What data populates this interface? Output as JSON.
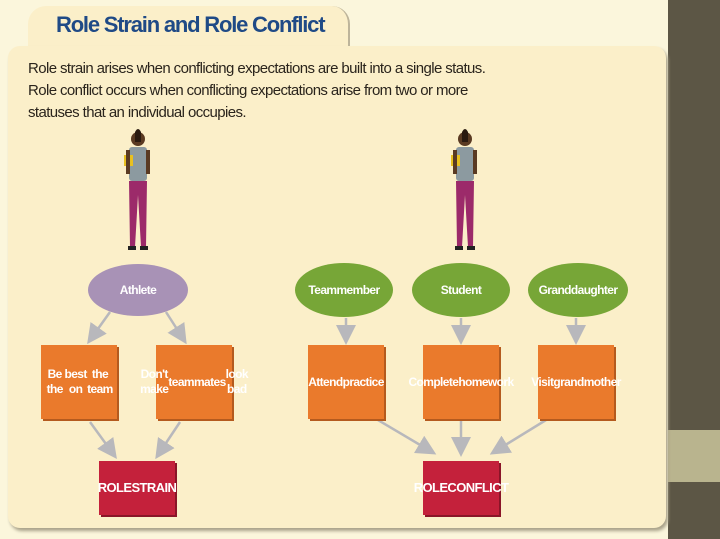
{
  "title": "Role Strain and Role Conflict",
  "description": [
    "Role strain arises when conflicting expectations are built into a single status.",
    "Role conflict occurs when conflicting expectations arise from two or more",
    "statuses that an individual occupies."
  ],
  "strain": {
    "status": "Athlete",
    "expectations": [
      [
        "Be the",
        "best on",
        "the team"
      ],
      [
        "Don't make",
        "teammates",
        "look bad"
      ]
    ],
    "result": [
      "ROLE",
      "STRAIN"
    ]
  },
  "conflict": {
    "statuses": [
      [
        "Team",
        "member"
      ],
      [
        "Student"
      ],
      [
        "Granddaughter"
      ]
    ],
    "expectations": [
      [
        "Attend",
        "practice"
      ],
      [
        "Complete",
        "homework"
      ],
      [
        "Visit",
        "grandmother"
      ]
    ],
    "result": [
      "ROLE",
      "CONFLICT"
    ]
  },
  "colors": {
    "title": "#1f4a86",
    "purple": "#a892b6",
    "green": "#77a637",
    "orange": "#ea7a2c",
    "red": "#c4213b"
  }
}
